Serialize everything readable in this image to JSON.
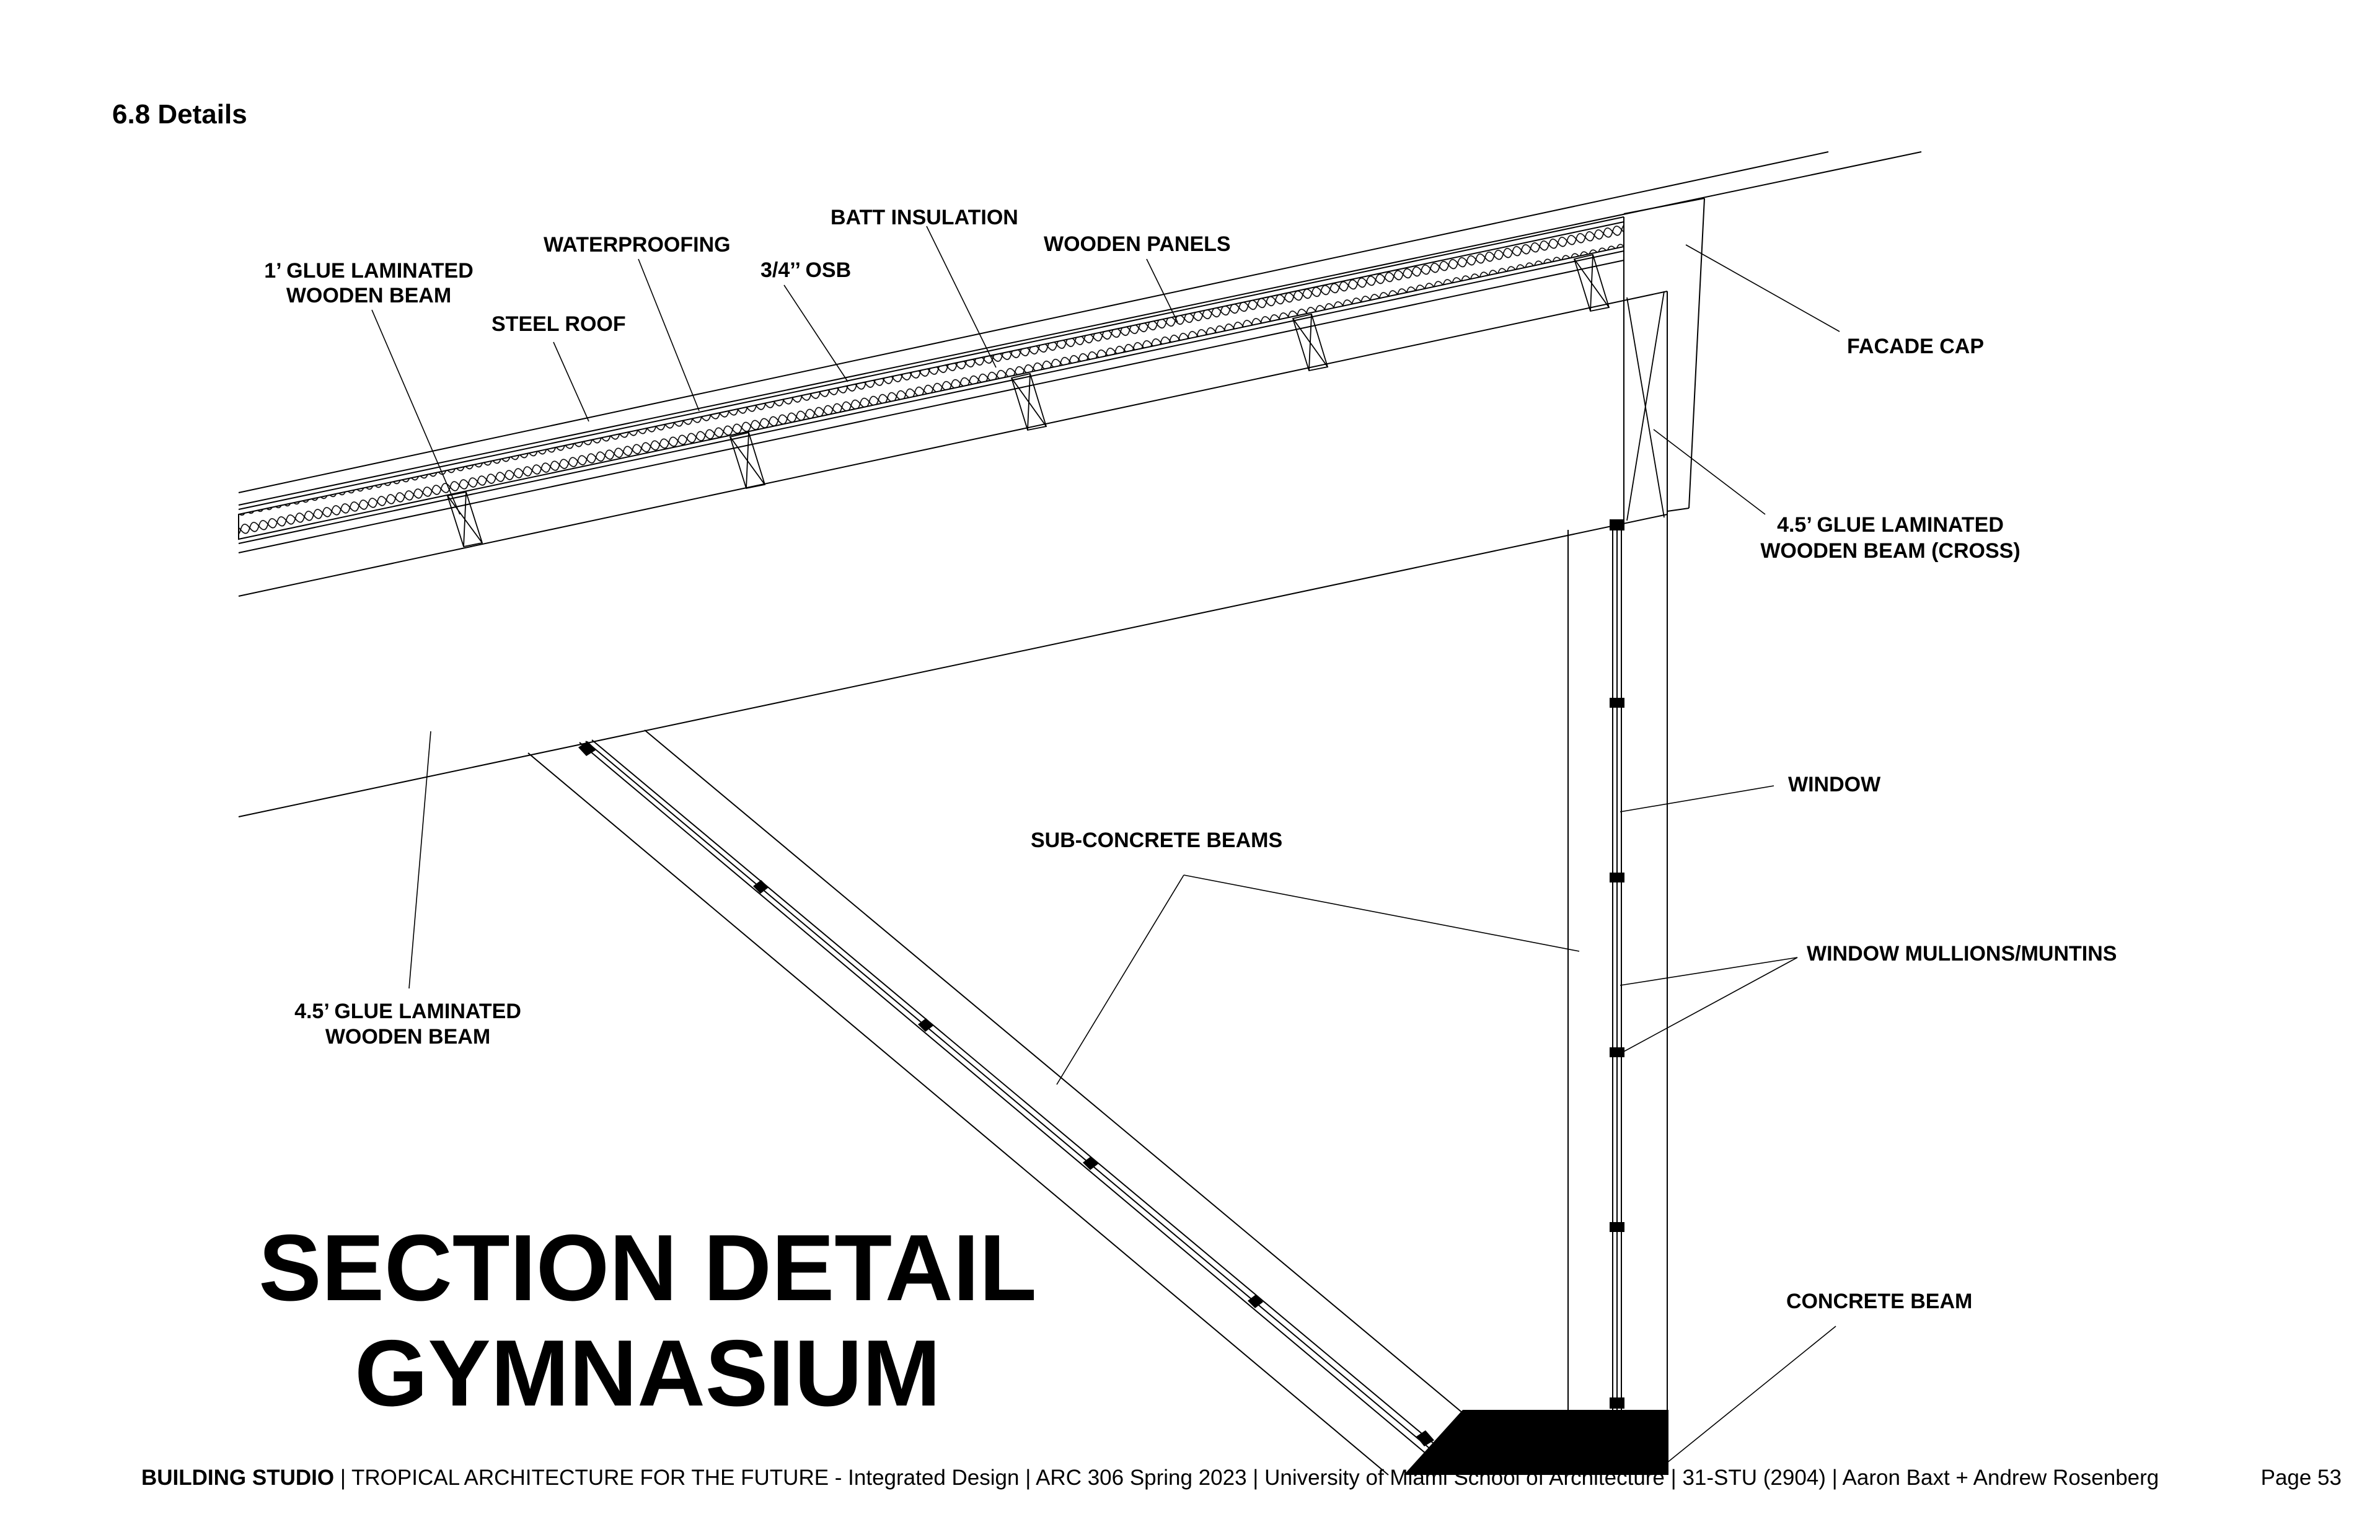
{
  "section_heading": "6.8 Details",
  "labels": {
    "glue_beam_1ft": [
      "1’ GLUE LAMINATED",
      "WOODEN BEAM"
    ],
    "steel_roof": "STEEL ROOF",
    "waterproofing": "WATERPROOFING",
    "osb": "3/4’’ OSB",
    "batt_insulation": "BATT INSULATION",
    "wooden_panels": "WOODEN PANELS",
    "facade_cap": "FACADE CAP",
    "glue_beam_cross": [
      "4.5’ GLUE LAMINATED",
      "WOODEN BEAM (CROSS)"
    ],
    "window": "WINDOW",
    "sub_concrete_beams": "SUB-CONCRETE BEAMS",
    "window_mullions": "WINDOW MULLIONS/MUNTINS",
    "glue_beam_45": [
      "4.5’ GLUE LAMINATED",
      "WOODEN BEAM"
    ],
    "concrete_beam": "CONCRETE BEAM"
  },
  "title": [
    "SECTION DETAIL",
    "GYMNASIUM"
  ],
  "footer": {
    "studio": "BUILDING STUDIO",
    "rest": " | TROPICAL ARCHITECTURE FOR THE FUTURE - Integrated Design | ARC 306 Spring 2023 | University of Miami School of Architecture | 31-STU (2904) | Aaron Baxt + Andrew Rosenberg",
    "page": "Page 53"
  }
}
